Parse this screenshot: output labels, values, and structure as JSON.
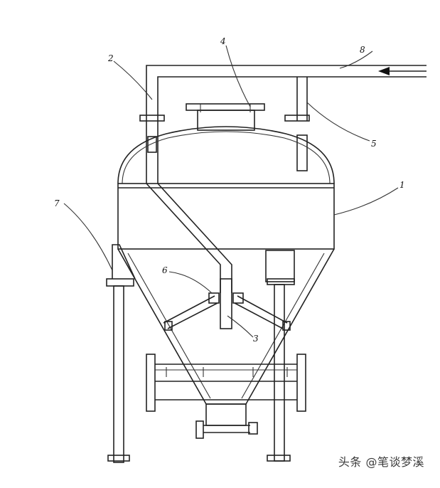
{
  "labels": {
    "l1": "1",
    "l2": "2",
    "l3": "3",
    "l4": "4",
    "l5": "5",
    "l6": "6",
    "l7": "7",
    "l8": "8"
  },
  "watermark": "头条 @笔谈梦溪"
}
